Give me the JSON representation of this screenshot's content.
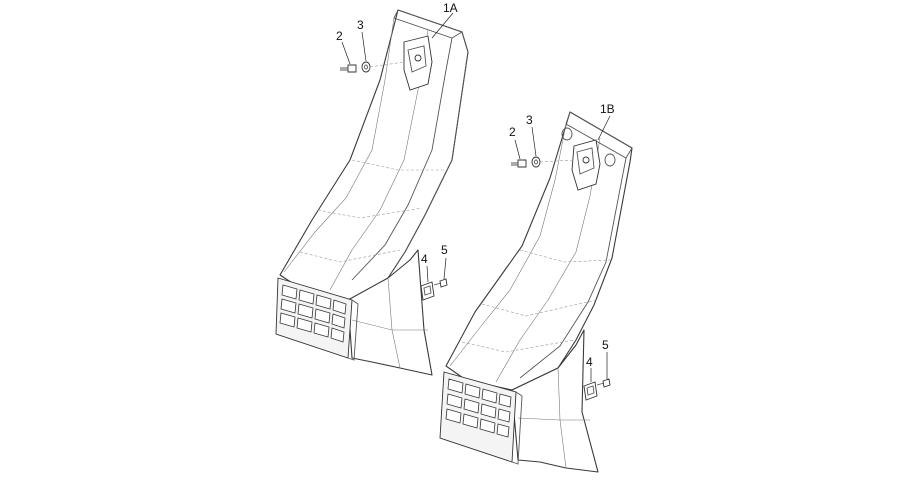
{
  "diagram": {
    "labels": {
      "panel_a": "1A",
      "panel_b": "1B",
      "screw_a": "2",
      "washer_a": "3",
      "clip_a": "4",
      "bolt_a": "5",
      "screw_b": "2",
      "washer_b": "3",
      "clip_b": "4",
      "bolt_b": "5"
    },
    "colors": {
      "line": "#3a3a3a",
      "background": "#ffffff",
      "grille_fill": "#f4f4f4"
    }
  }
}
